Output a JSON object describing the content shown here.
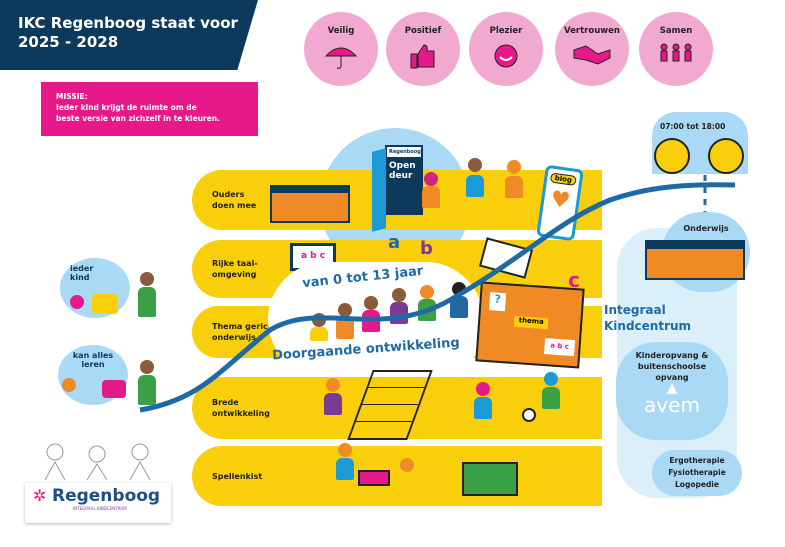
{
  "header": {
    "title_line1": "IKC Regenboog staat voor",
    "title_line2": "2025 - 2028"
  },
  "values": [
    {
      "label": "Veilig",
      "icon": "umbrella-icon"
    },
    {
      "label": "Positief",
      "icon": "thumbs-up-icon"
    },
    {
      "label": "Plezier",
      "icon": "smiley-icon"
    },
    {
      "label": "Vertrouwen",
      "icon": "handshake-icon"
    },
    {
      "label": "Samen",
      "icon": "people-icon"
    }
  ],
  "mission": {
    "heading": "MISSIE:",
    "line1": "Ieder kind krijgt de ruimte om de",
    "line2": "beste versie van zichzelf in te kleuren."
  },
  "rows": [
    {
      "line1": "Ouders",
      "line2": "doen mee"
    },
    {
      "line1": "Rijke taal-",
      "line2": "omgeving"
    },
    {
      "line1": "Thema gericht",
      "line2": "onderwijs"
    },
    {
      "line1": "Brede",
      "line2": "ontwikkeling"
    },
    {
      "line1": "Spellenkist",
      "line2": ""
    }
  ],
  "center": {
    "age": "van 0 tot 13 jaar",
    "development": "Doorgaande ontwikkeling",
    "open_door_1": "Open",
    "open_door_2": "deur",
    "door_logo": "Regenboog",
    "blog": "blog",
    "thema": "thema",
    "abc": "a b c",
    "letter_a": "a",
    "letter_b": "b",
    "letter_c": "c",
    "question": "?"
  },
  "left": {
    "bubble1_1": "ieder",
    "bubble1_2": "kind",
    "bubble2_1": "kan alles",
    "bubble2_2": "leren"
  },
  "right": {
    "hours": "07:00 tot 18:00",
    "education": "Onderwijs",
    "ikc_1": "Integraal",
    "ikc_2": "Kindcentrum",
    "care_1": "Kinderopvang &",
    "care_2": "buitenschoolse",
    "care_3": "opvang",
    "avem": "avem",
    "therapy_1": "Ergotherapie",
    "therapy_2": "Fysiotherapie",
    "therapy_3": "Logopedie"
  },
  "logo": {
    "name": "Regenboog",
    "sub": "INTEGRAAL KINDCENTRUM"
  },
  "colors": {
    "navy": "#0d3a5c",
    "pink": "#e5198a",
    "yellow": "#f9cf0c",
    "lightblue": "#a9d9f5",
    "blue": "#1f6aa5"
  }
}
